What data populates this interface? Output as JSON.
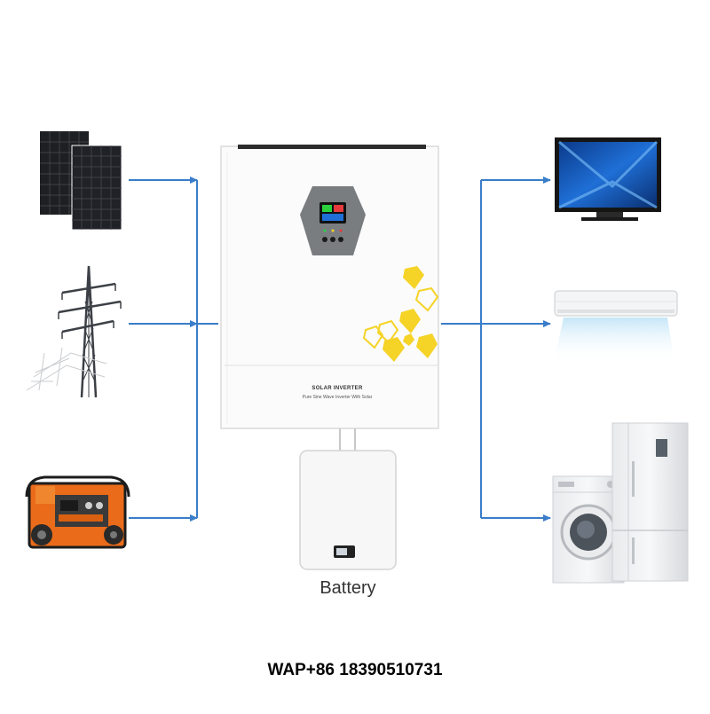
{
  "inverter": {
    "title": "SOLAR INVERTER",
    "subtitle": "Pure Sine Wave Inverter With Solar"
  },
  "battery": {
    "label": "Battery"
  },
  "footer": {
    "contact": "WAP+86 18390510731"
  },
  "colors": {
    "arrow": "#3a7dc9",
    "accent_yellow": "#f5d327",
    "generator_orange": "#ea6b1a",
    "screen_blue": "#1f6fd6"
  },
  "sources": [
    {
      "icon": "solar-panel-icon"
    },
    {
      "icon": "power-tower-icon"
    },
    {
      "icon": "generator-icon"
    }
  ],
  "loads": [
    {
      "icon": "television-icon"
    },
    {
      "icon": "air-conditioner-icon"
    },
    {
      "icon": "appliances-icon"
    }
  ]
}
